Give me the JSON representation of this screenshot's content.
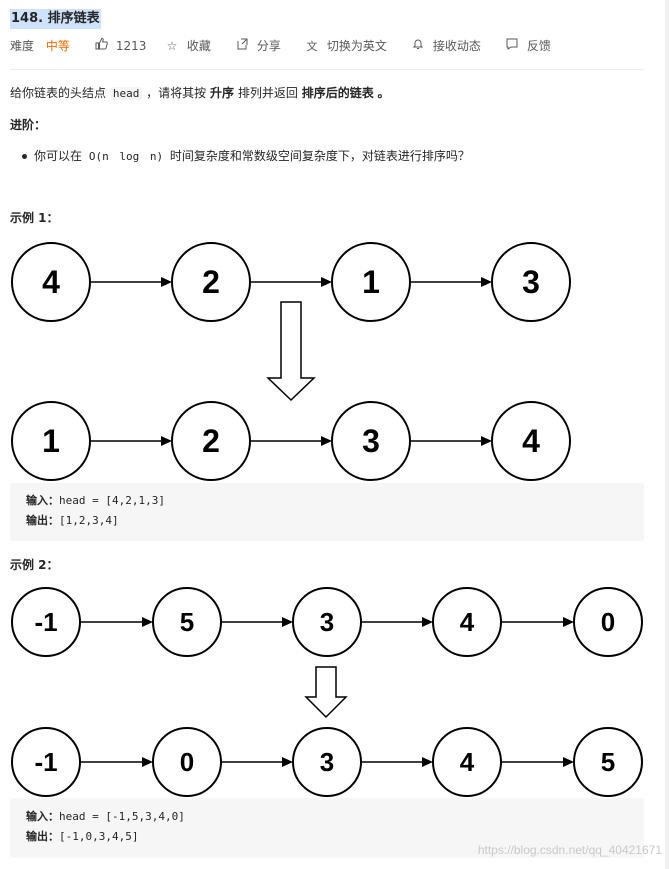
{
  "problem": {
    "title": "148. 排序链表",
    "difficulty_label": "难度",
    "difficulty": "中等",
    "likes": "1213",
    "favorite": "收藏",
    "share": "分享",
    "switch_lang": "切换为英文",
    "notify": "接收动态",
    "feedback": "反馈"
  },
  "description": {
    "p1_a": "给你链表的头结点",
    "p1_code": "head",
    "p1_b": "，请将其按",
    "p1_bold1": "升序",
    "p1_c": "排列并返回",
    "p1_bold2": "排序后的链表",
    "p1_d": "。",
    "advanced_title": "进阶：",
    "bullet_a": "你可以在",
    "bullet_code": "O(n log n)",
    "bullet_b": "时间复杂度和常数级空间复杂度下，对链表进行排序吗？"
  },
  "example1": {
    "title": "示例 1：",
    "before": [
      "4",
      "2",
      "1",
      "3"
    ],
    "after": [
      "1",
      "2",
      "3",
      "4"
    ],
    "input_label": "输入：",
    "input_value": "head = [4,2,1,3]",
    "output_label": "输出：",
    "output_value": "[1,2,3,4]"
  },
  "example2": {
    "title": "示例 2：",
    "before": [
      "-1",
      "5",
      "3",
      "4",
      "0"
    ],
    "after": [
      "-1",
      "0",
      "3",
      "4",
      "5"
    ],
    "input_label": "输入：",
    "input_value": "head = [-1,5,3,4,0]",
    "output_label": "输出：",
    "output_value": "[-1,0,3,4,5]"
  },
  "watermark": "https://blog.csdn.net/qq_40421671",
  "icons": {
    "like": "thumbs-up-icon",
    "favorite": "star-icon",
    "share": "share-icon",
    "translate": "translate-icon",
    "notify": "bell-icon",
    "feedback": "feedback-icon"
  }
}
